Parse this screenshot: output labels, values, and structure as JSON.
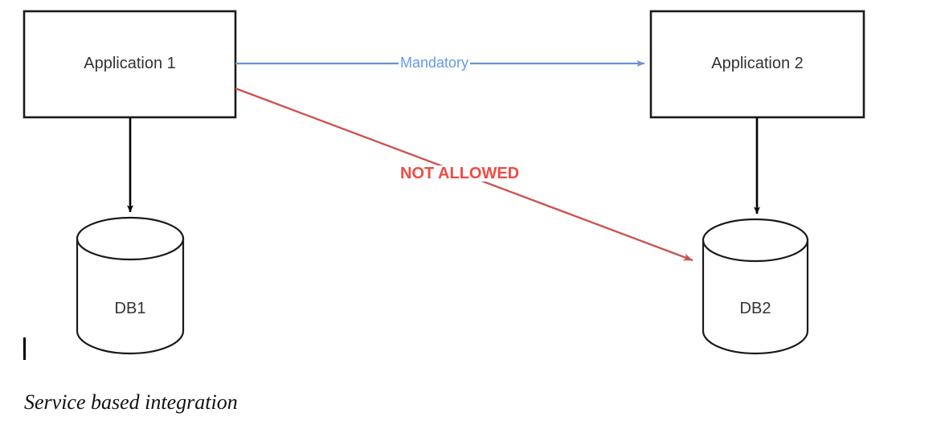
{
  "diagram": {
    "caption": "Service based integration",
    "nodes": [
      {
        "id": "app1",
        "label": "Application 1",
        "shape": "rectangle"
      },
      {
        "id": "app2",
        "label": "Application 2",
        "shape": "rectangle"
      },
      {
        "id": "db1",
        "label": "DB1",
        "shape": "cylinder"
      },
      {
        "id": "db2",
        "label": "DB2",
        "shape": "cylinder"
      }
    ],
    "edges": [
      {
        "id": "app1-to-app2",
        "from": "app1",
        "to": "app2",
        "label": "Mandatory",
        "color": "#6699ee",
        "style": "solid-arrow"
      },
      {
        "id": "app1-to-db1",
        "from": "app1",
        "to": "db1",
        "label": "",
        "color": "#000000",
        "style": "solid-arrow"
      },
      {
        "id": "app2-to-db2",
        "from": "app2",
        "to": "db2",
        "label": "",
        "color": "#000000",
        "style": "solid-arrow"
      },
      {
        "id": "app1-to-db2",
        "from": "app1",
        "to": "db2",
        "label": "NOT ALLOWED",
        "color": "#cc4444",
        "style": "solid-arrow"
      }
    ],
    "colors": {
      "node_stroke": "#1a1a1a",
      "node_fill": "#ffffff",
      "mandatory": "#6699ee",
      "not_allowed_text": "#ee4b45",
      "not_allowed_line": "#cc4444",
      "background": "#ffffff"
    }
  }
}
